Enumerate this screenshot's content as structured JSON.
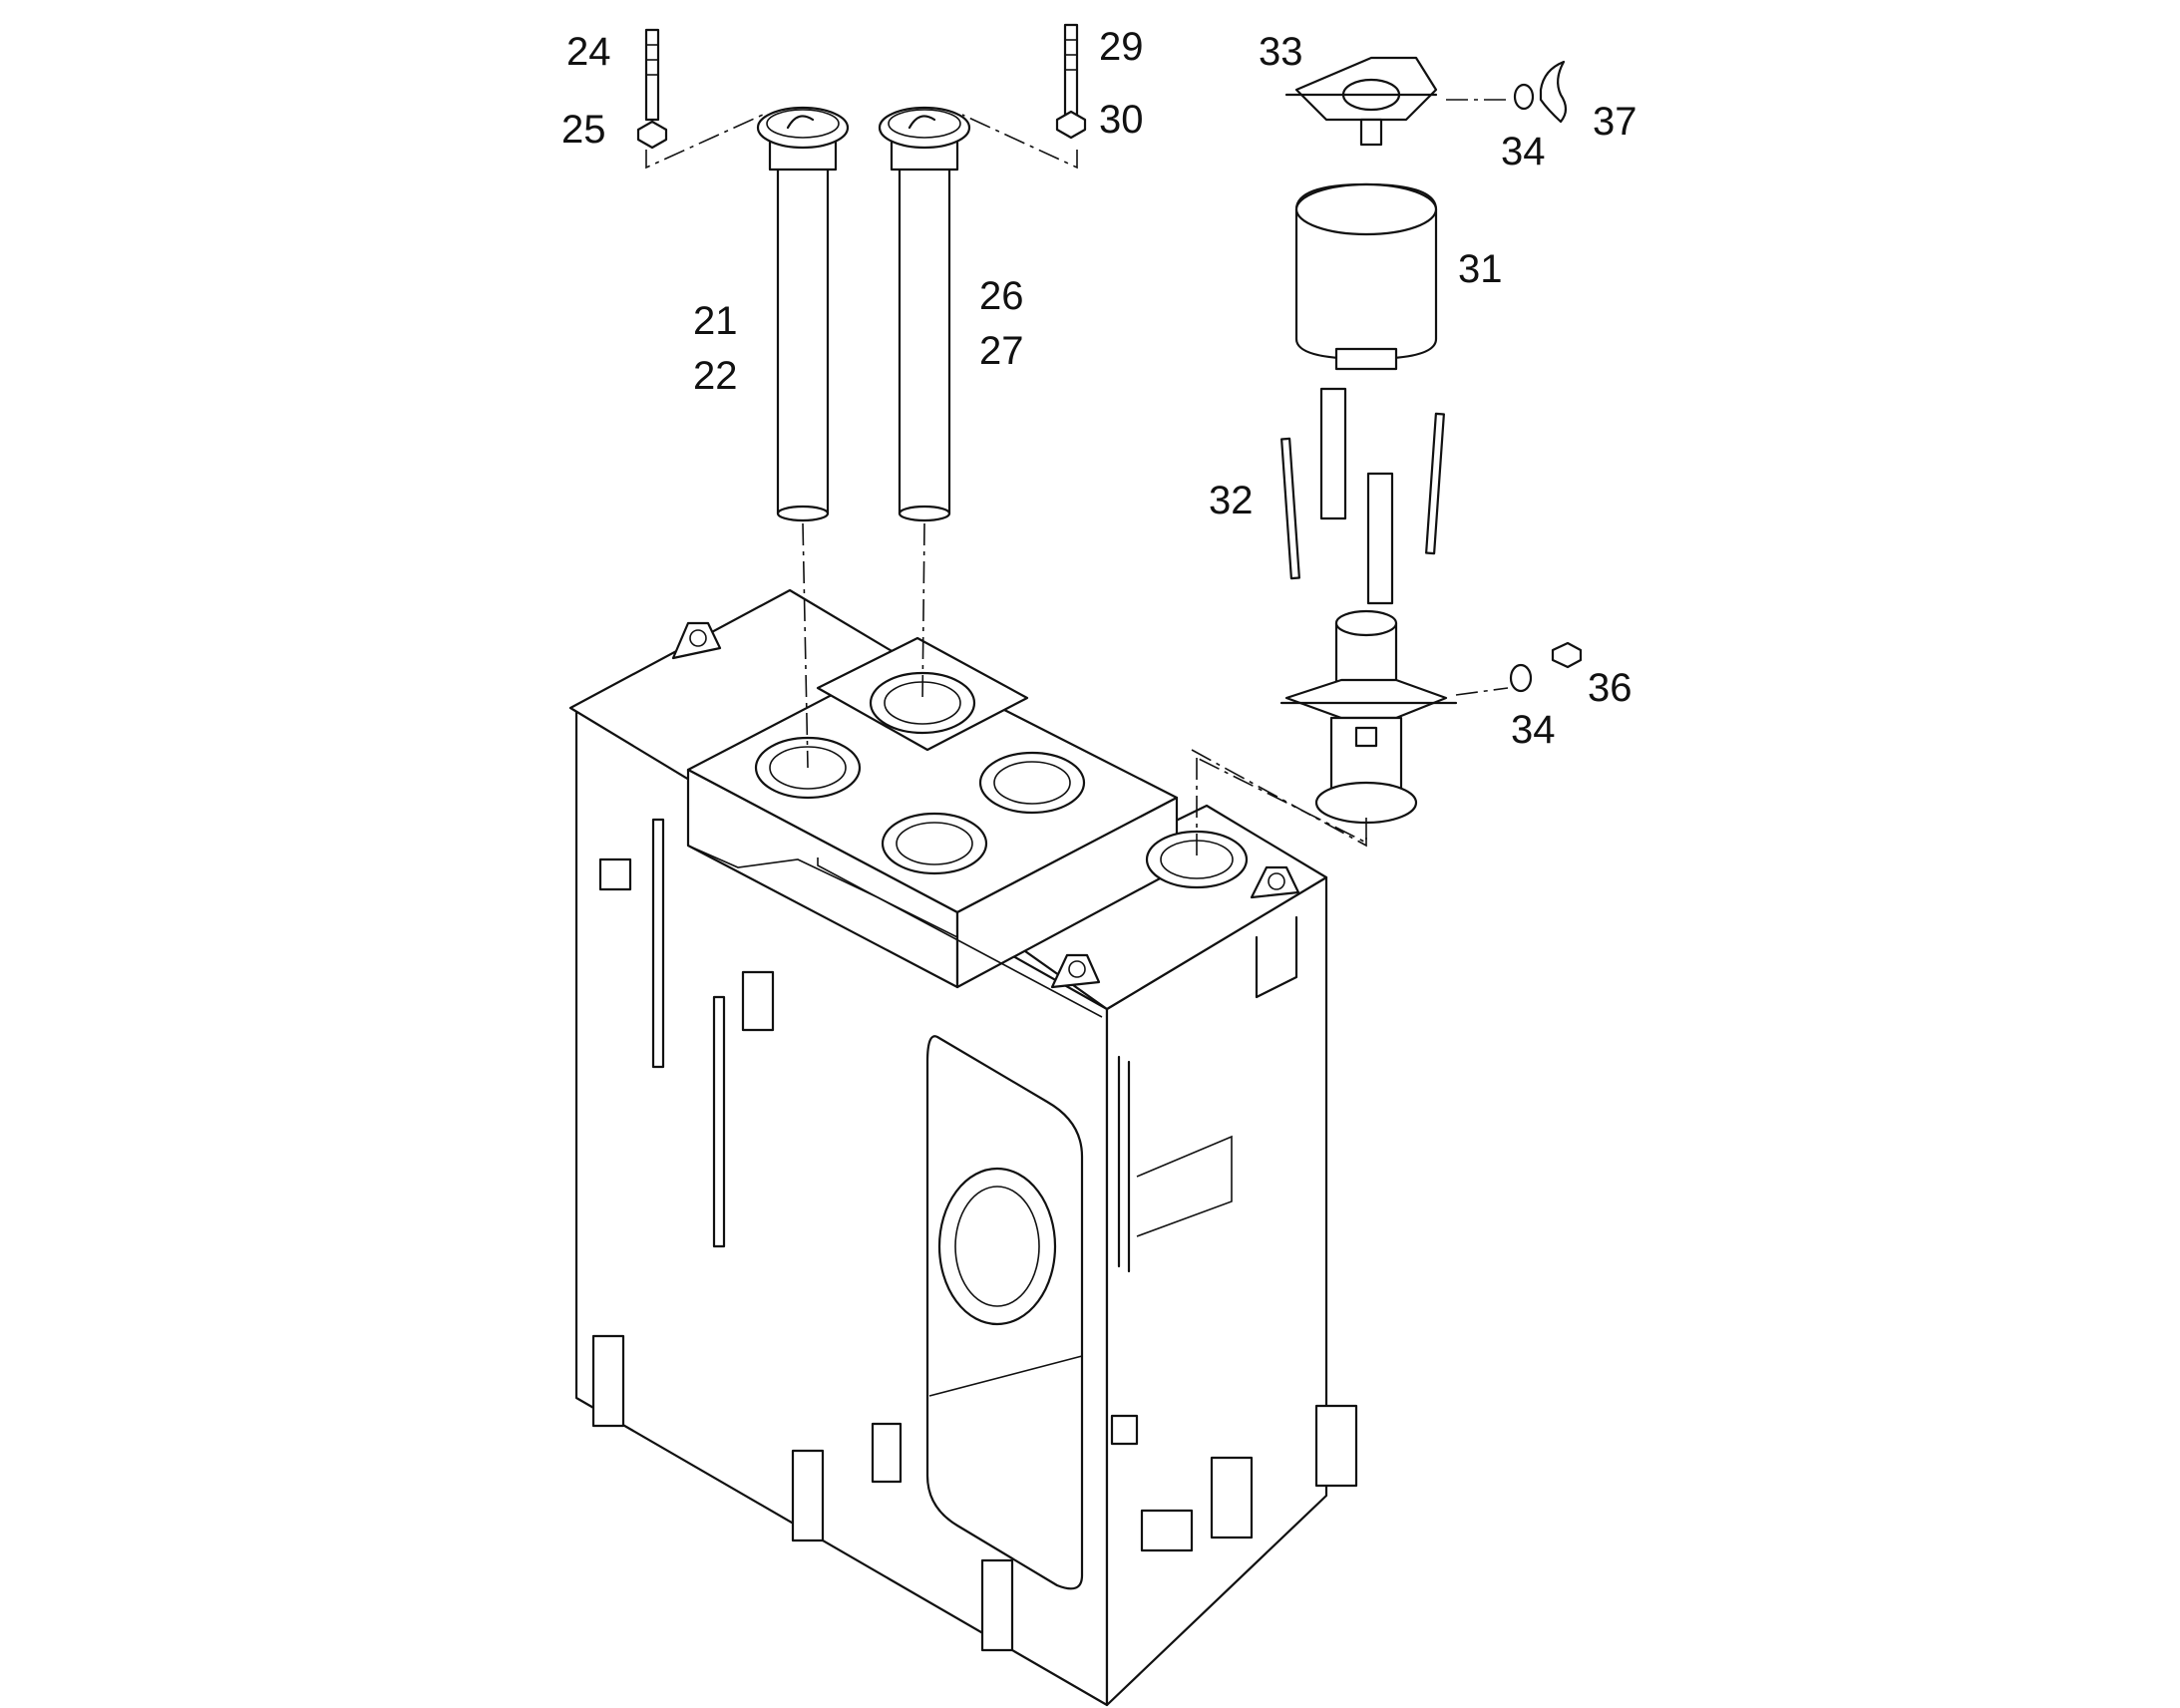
{
  "labels": {
    "p21": "21",
    "p22": "22",
    "p24": "24",
    "p25": "25",
    "p26": "26",
    "p27": "27",
    "p29": "29",
    "p30": "30",
    "p31": "31",
    "p32": "32",
    "p33": "33",
    "p34_top": "34",
    "p34_bottom": "34",
    "p36": "36",
    "p37": "37"
  }
}
